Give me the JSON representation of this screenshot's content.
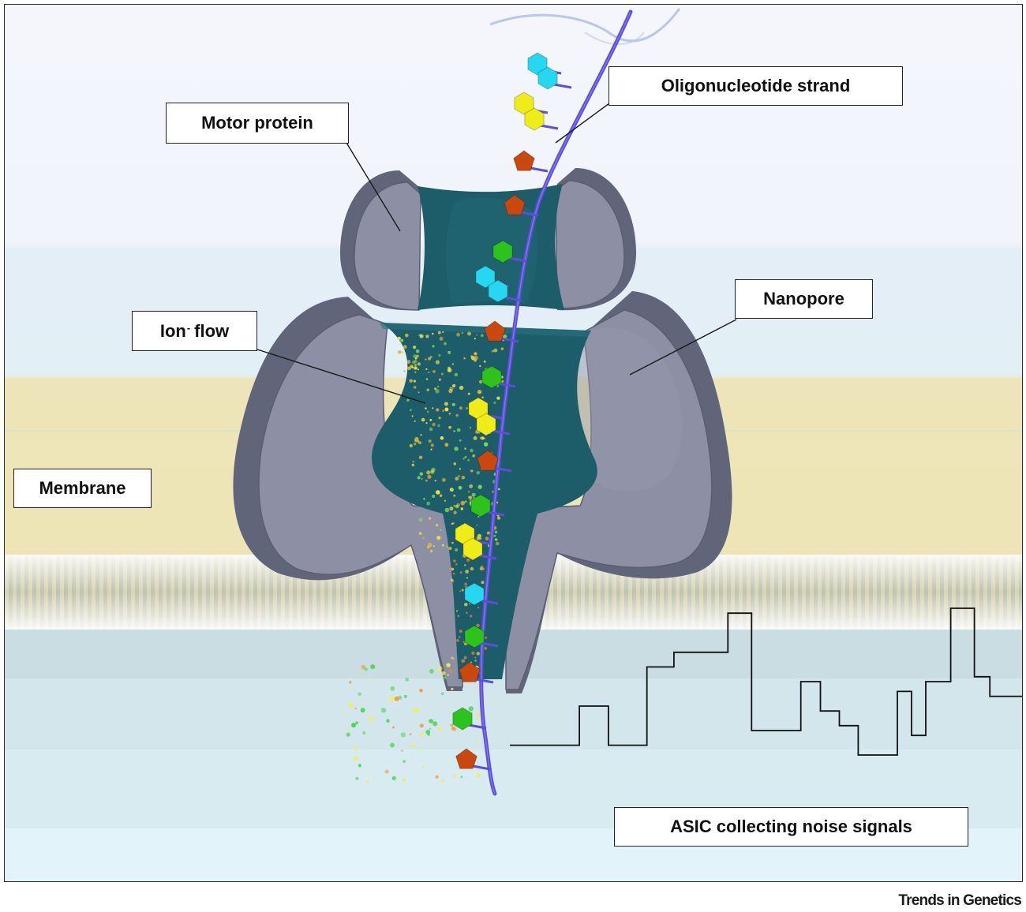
{
  "labels": {
    "oligo": "Oligonucleotide strand",
    "motor": "Motor protein",
    "ion_main": "Ion",
    "ion_sup": "-",
    "ion_flow": "flow",
    "nanopore": "Nanopore",
    "membrane": "Membrane",
    "asic": "ASIC collecting noise signals"
  },
  "footer": {
    "brand": "Trends in Genetics"
  },
  "colors": {
    "protein_gray": "#8b8da0",
    "protein_dark": "#5d6070",
    "channel_teal": "#1d5c69",
    "strand_blue": "#5a4fd6",
    "membrane_yellow": "#ece4b4",
    "base_cyan": "#27d6ef",
    "base_yellow": "#f0ec1a",
    "base_orange": "#c9480f",
    "base_green": "#2ec31c",
    "signal_line": "#111111"
  },
  "bases_top_to_bottom": [
    "cyan",
    "cyan",
    "yellow",
    "yellow",
    "orange",
    "orange",
    "green",
    "cyan",
    "cyan",
    "orange",
    "green",
    "yellow",
    "yellow",
    "orange",
    "green",
    "yellow",
    "yellow",
    "cyan",
    "green",
    "orange",
    "green",
    "orange"
  ],
  "signal_trace": {
    "description_levels": "relative current levels (0 = lowest)",
    "levels": [
      0.2,
      1.0,
      0.2,
      1.8,
      2.1,
      2.9,
      0.5,
      1.5,
      0.9,
      0.6,
      0.0,
      1.3,
      0.4,
      1.5,
      3.0,
      1.6,
      1.2
    ]
  }
}
